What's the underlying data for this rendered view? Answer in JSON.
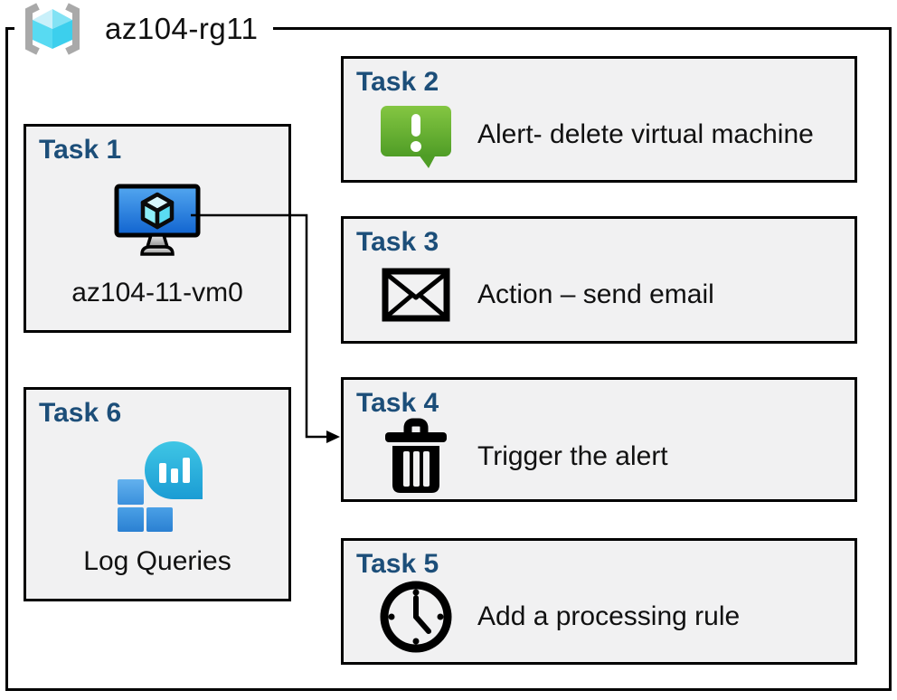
{
  "diagram": {
    "resource_group": {
      "name": "az104-rg11",
      "icon": "resource-group-icon"
    },
    "tasks": [
      {
        "heading": "Task 1",
        "label": "az104-11-vm0",
        "icon": "virtual-machine-icon"
      },
      {
        "heading": "Task 2",
        "label": "Alert- delete virtual machine",
        "icon": "alert-icon"
      },
      {
        "heading": "Task 3",
        "label": "Action – send email",
        "icon": "email-icon"
      },
      {
        "heading": "Task 4",
        "label": "Trigger the alert",
        "icon": "trash-icon"
      },
      {
        "heading": "Task 5",
        "label": "Add a processing rule",
        "icon": "clock-icon"
      },
      {
        "heading": "Task 6",
        "label": "Log Queries",
        "icon": "log-queries-icon"
      }
    ],
    "connector": {
      "from": "task-1-virtual-machine",
      "to": "task-4-box",
      "style": "elbow-arrow"
    },
    "colors": {
      "task_heading_blue": "#1C4E79",
      "box_fill": "#F1F1F2",
      "box_border": "#000000",
      "alert_green_top": "#82C341",
      "alert_green_bottom": "#4F9D26",
      "vm_screen_top": "#53A7F0",
      "vm_screen_bottom": "#1063CF",
      "cube_cyan": "#50D6F0",
      "bracket_gray": "#A9A9A9",
      "log_teal_top": "#3FC6E5",
      "log_teal_bottom": "#1B9CD4",
      "log_blue": "#3B92DD"
    }
  }
}
